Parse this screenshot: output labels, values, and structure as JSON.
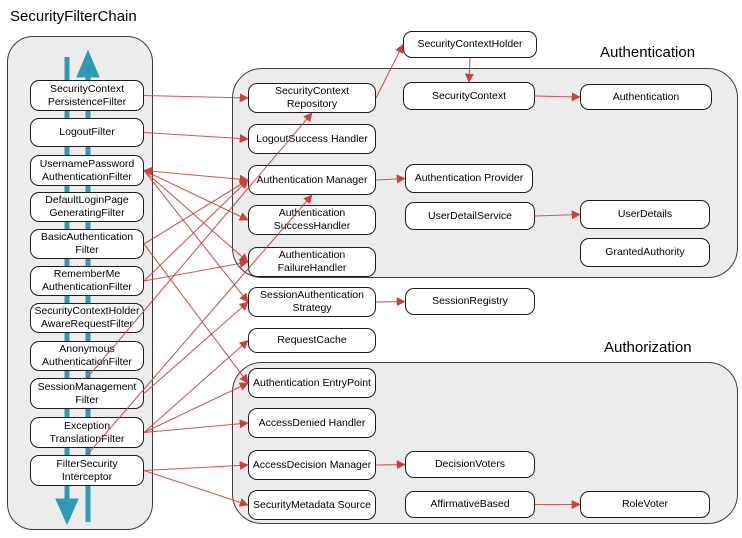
{
  "diagram_title": "SecurityFilterChain",
  "groups": {
    "filter_chain": {
      "label": "SecurityFilterChain"
    },
    "authentication": {
      "label": "Authentication"
    },
    "authorization": {
      "label": "Authorization"
    }
  },
  "icons": {
    "request_flow": "down-arrow-icon",
    "response_flow": "up-arrow-icon"
  },
  "colors": {
    "edge_arrow": "#c5423f",
    "flow_arrow": "#2f9ab5",
    "container_fill": "#ececec",
    "node_fill": "#ffffff",
    "node_border": "#1c1c1c",
    "text": "#000000"
  },
  "nodes": [
    {
      "id": "scpf",
      "group": "filter_chain",
      "label": "SecurityContext PersistenceFilter"
    },
    {
      "id": "logout",
      "group": "filter_chain",
      "label": "LogoutFilter"
    },
    {
      "id": "upaf",
      "group": "filter_chain",
      "label": "UsernamePassword AuthenticationFilter"
    },
    {
      "id": "dlpgf",
      "group": "filter_chain",
      "label": "DefaultLoginPage GeneratingFilter"
    },
    {
      "id": "baf",
      "group": "filter_chain",
      "label": "BasicAuthentication Filter"
    },
    {
      "id": "rmaf",
      "group": "filter_chain",
      "label": "RememberMe AuthenticationFilter"
    },
    {
      "id": "scharf",
      "group": "filter_chain",
      "label": "SecurityContextHolder AwareRequestFilter"
    },
    {
      "id": "aaf",
      "group": "filter_chain",
      "label": "Anonymous AuthenticationFilter"
    },
    {
      "id": "smf",
      "group": "filter_chain",
      "label": "SessionManagement Filter"
    },
    {
      "id": "etf",
      "group": "filter_chain",
      "label": "Exception TranslationFilter"
    },
    {
      "id": "fsi",
      "group": "filter_chain",
      "label": "FilterSecurity Interceptor"
    },
    {
      "id": "sch",
      "group": "none",
      "label": "SecurityContextHolder"
    },
    {
      "id": "scr",
      "group": "authentication",
      "label": "SecurityContext Repository"
    },
    {
      "id": "lsh",
      "group": "authentication",
      "label": "LogoutSuccess Handler"
    },
    {
      "id": "am",
      "group": "authentication",
      "label": "Authentication Manager"
    },
    {
      "id": "ash",
      "group": "authentication",
      "label": "Authentication SuccessHandler"
    },
    {
      "id": "afh",
      "group": "authentication",
      "label": "Authentication FailureHandler"
    },
    {
      "id": "sc",
      "group": "authentication",
      "label": "SecurityContext"
    },
    {
      "id": "ap",
      "group": "authentication",
      "label": "Authentication Provider"
    },
    {
      "id": "uds",
      "group": "authentication",
      "label": "UserDetailService"
    },
    {
      "id": "authn",
      "group": "authentication",
      "label": "Authentication"
    },
    {
      "id": "ud",
      "group": "authentication",
      "label": "UserDetails"
    },
    {
      "id": "ga",
      "group": "authentication",
      "label": "GrantedAuthority"
    },
    {
      "id": "sas",
      "group": "none",
      "label": "SessionAuthentication Strategy"
    },
    {
      "id": "sreg",
      "group": "none",
      "label": "SessionRegistry"
    },
    {
      "id": "rc",
      "group": "none",
      "label": "RequestCache"
    },
    {
      "id": "aep",
      "group": "authorization",
      "label": "Authentication EntryPoint"
    },
    {
      "id": "adh",
      "group": "authorization",
      "label": "AccessDenied Handler"
    },
    {
      "id": "adm",
      "group": "authorization",
      "label": "AccessDecision Manager"
    },
    {
      "id": "sms",
      "group": "authorization",
      "label": "SecurityMetadata Source"
    },
    {
      "id": "dv",
      "group": "authorization",
      "label": "DecisionVoters"
    },
    {
      "id": "ab",
      "group": "authorization",
      "label": "AffirmativeBased"
    },
    {
      "id": "rv",
      "group": "authorization",
      "label": "RoleVoter"
    }
  ],
  "edges": [
    {
      "from": "scpf",
      "to": "scr"
    },
    {
      "from": "logout",
      "to": "lsh"
    },
    {
      "from": "upaf",
      "to": "am",
      "double": true
    },
    {
      "from": "upaf",
      "to": "ash"
    },
    {
      "from": "upaf",
      "to": "afh"
    },
    {
      "from": "upaf",
      "to": "sas"
    },
    {
      "from": "baf",
      "to": "am"
    },
    {
      "from": "baf",
      "to": "aep"
    },
    {
      "from": "rmaf",
      "to": "am"
    },
    {
      "from": "rmaf",
      "to": "afh"
    },
    {
      "from": "smf",
      "to": "scr"
    },
    {
      "from": "smf",
      "to": "sas"
    },
    {
      "from": "etf",
      "to": "rc"
    },
    {
      "from": "etf",
      "to": "aep"
    },
    {
      "from": "etf",
      "to": "adh"
    },
    {
      "from": "fsi",
      "to": "am"
    },
    {
      "from": "fsi",
      "to": "adm"
    },
    {
      "from": "fsi",
      "to": "sms"
    },
    {
      "from": "scr",
      "to": "sch"
    },
    {
      "from": "sch",
      "to": "sc"
    },
    {
      "from": "sc",
      "to": "authn"
    },
    {
      "from": "am",
      "to": "ap"
    },
    {
      "from": "uds",
      "to": "ud"
    },
    {
      "from": "sas",
      "to": "sreg"
    },
    {
      "from": "adm",
      "to": "dv"
    },
    {
      "from": "ab",
      "to": "rv"
    }
  ]
}
